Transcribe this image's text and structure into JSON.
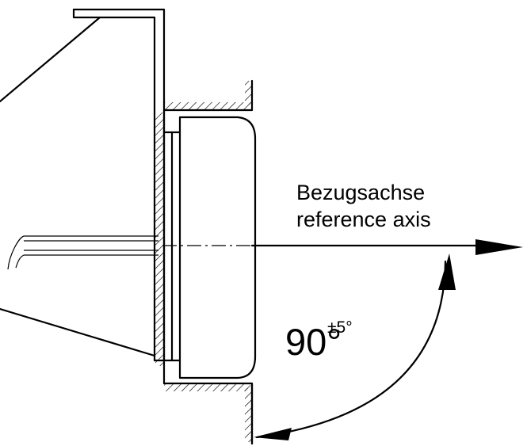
{
  "labels": {
    "reference_axis_de": "Bezugsachse",
    "reference_axis_en": "reference axis",
    "angle": "90°",
    "tolerance": "±5°"
  },
  "colors": {
    "ink": "#000000",
    "background": "#ffffff"
  }
}
